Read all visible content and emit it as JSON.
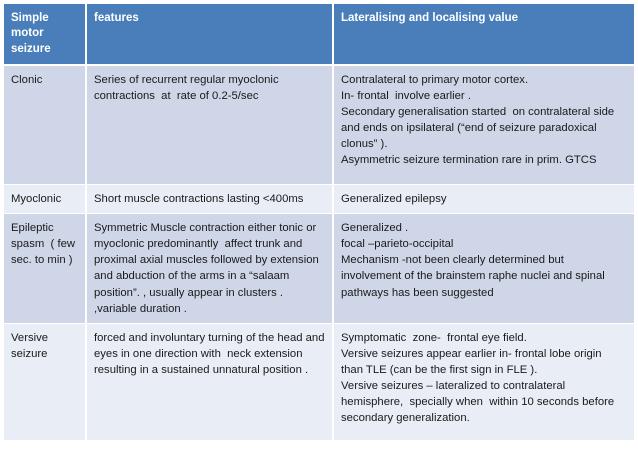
{
  "table": {
    "title_row": {
      "col1": "Simple motor seizure",
      "col2": "features",
      "col3": "Lateralising and localising value"
    },
    "header_bg": "#4a7ebb",
    "header_fg": "#ffffff",
    "band_dark": "#ced6e7",
    "band_light": "#e9edf5",
    "rows": [
      {
        "type": "Clonic",
        "features": "Series of recurrent regular myoclonic contractions  at  rate of 0.2-5/sec",
        "value": "Contralateral to primary motor cortex.\nIn- frontal  involve earlier .\nSecondary generalisation started  on contralateral side and ends on ipsilateral (“end of seizure paradoxical clonus” ).\nAsymmetric seizure termination rare in prim. GTCS"
      },
      {
        "type": "Myoclonic",
        "features": "Short muscle contractions lasting <400ms",
        "value": "Generalized epilepsy"
      },
      {
        "type": "Epileptic spasm  ( few sec. to min )",
        "features": "Symmetric Muscle contraction either tonic or myoclonic predominantly  affect trunk and  proximal axial muscles followed by extension and abduction of the arms in a “salaam position”. , usually appear in clusters . ,variable duration .",
        "value": "Generalized .\nfocal –parieto-occipital\nMechanism -not been clearly determined but involvement of the brainstem raphe nuclei and spinal pathways has been suggested"
      },
      {
        "type": "Versive seizure",
        "features": "forced and involuntary turning of the head and eyes in one direction with  neck extension resulting in a sustained unnatural position .",
        "value": "Symptomatic  zone-  frontal eye field.\nVersive seizures appear earlier in- frontal lobe origin  than TLE (can be the first sign in FLE ).\nVersive seizures – lateralized to contralateral hemisphere,  specially when  within 10 seconds before secondary generalization."
      }
    ]
  }
}
